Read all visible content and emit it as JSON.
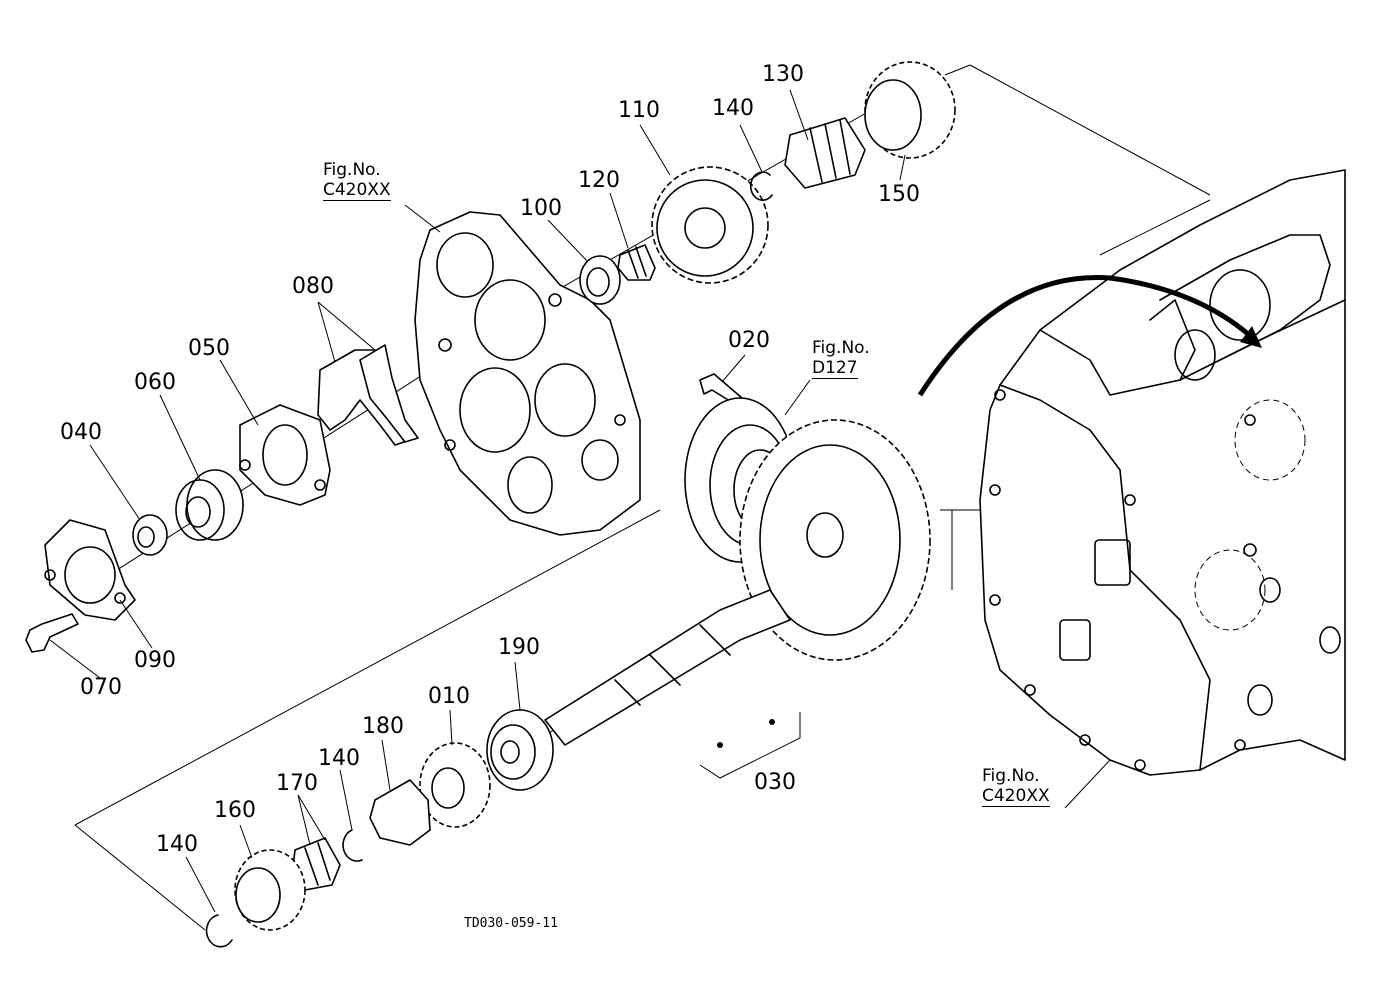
{
  "diagram_id": "TD030-059-11",
  "callouts": [
    {
      "key": "c110",
      "text": "110"
    },
    {
      "key": "c140a",
      "text": "140"
    },
    {
      "key": "c130",
      "text": "130"
    },
    {
      "key": "c150",
      "text": "150"
    },
    {
      "key": "c120",
      "text": "120"
    },
    {
      "key": "c100",
      "text": "100"
    },
    {
      "key": "c080",
      "text": "080"
    },
    {
      "key": "c050",
      "text": "050"
    },
    {
      "key": "c060",
      "text": "060"
    },
    {
      "key": "c040",
      "text": "040"
    },
    {
      "key": "c090",
      "text": "090"
    },
    {
      "key": "c070",
      "text": "070"
    },
    {
      "key": "c020",
      "text": "020"
    },
    {
      "key": "c190",
      "text": "190"
    },
    {
      "key": "c010",
      "text": "010"
    },
    {
      "key": "c180",
      "text": "180"
    },
    {
      "key": "c140b",
      "text": "140"
    },
    {
      "key": "c170",
      "text": "170"
    },
    {
      "key": "c160",
      "text": "160"
    },
    {
      "key": "c140c",
      "text": "140"
    },
    {
      "key": "c030",
      "text": "030"
    }
  ],
  "figure_refs": [
    {
      "key": "f1",
      "prefix": "Fig.No.",
      "code": "C420XX"
    },
    {
      "key": "f2",
      "prefix": "Fig.No.",
      "code": "D127"
    },
    {
      "key": "f3",
      "prefix": "Fig.No.",
      "code": "C420XX"
    }
  ]
}
